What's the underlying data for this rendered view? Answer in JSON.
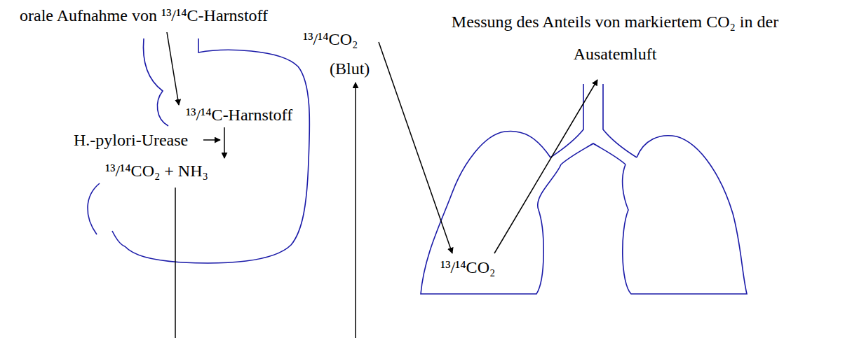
{
  "diagram": {
    "labels": [
      "orale Aufnahme von ¹³/¹⁴C-Harnstoff",
      "Messung des Anteils von markiertem CO₂ in der Ausatemluft",
      "¹³/¹⁴CO₂",
      "(Blut)",
      "¹³/¹⁴C-Harnstoff",
      "H.-pylori-Urease",
      "¹³/¹⁴CO₂ + NH₃",
      "¹³/¹⁴CO₂"
    ]
  }
}
